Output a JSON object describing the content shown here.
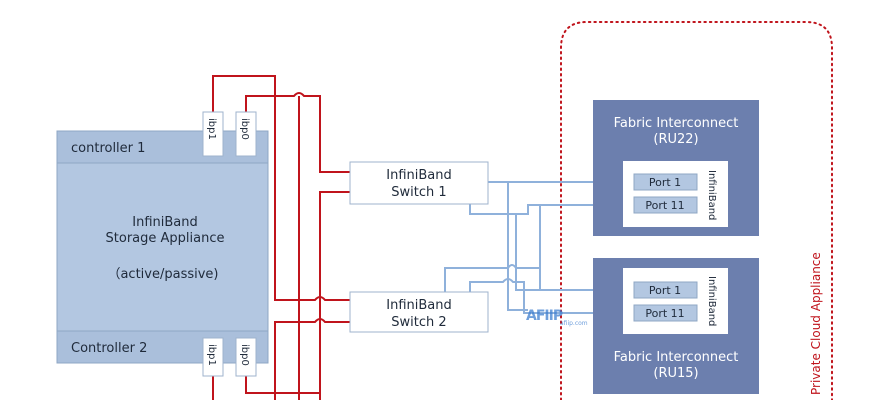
{
  "colors": {
    "storage_fill": "#b3c7e1",
    "storage_header": "#aabfdb",
    "storage_border": "#8fa7c4",
    "fabric_fill": "#6c7fae",
    "port_fill": "#b3c7e1",
    "red_cable": "#c0141c",
    "blue_cable": "#8fb1db",
    "switch_border": "#9fb3cc"
  },
  "storage": {
    "controller1": "controller 1",
    "controller2": "Controller 2",
    "title_line1": "InfiniBand",
    "title_line2": "Storage Appliance",
    "mode": "（active/passive)",
    "ports_top": [
      "ibp1",
      "ibp0"
    ],
    "ports_bottom": [
      "ibp1",
      "ibp0"
    ]
  },
  "switches": {
    "switch1": {
      "line1": "InfiniBand",
      "line2": "Switch 1"
    },
    "switch2": {
      "line1": "InfiniBand",
      "line2": "Switch 2"
    }
  },
  "fabric": {
    "top": {
      "title_line1": "Fabric Interconnect",
      "title_line2": "(RU22)",
      "vertical_label": "InfiniBand",
      "ports": [
        "Port 1",
        "Port 11"
      ]
    },
    "bottom": {
      "title_line1": "Fabric Interconnect",
      "title_line2": "(RU15)",
      "vertical_label": "InfiniBand",
      "ports": [
        "Port 1",
        "Port 11"
      ]
    }
  },
  "region": {
    "label": "Private Cloud Appliance"
  },
  "watermark": {
    "text": "AFIIP",
    "subtext": "afiip.com"
  }
}
